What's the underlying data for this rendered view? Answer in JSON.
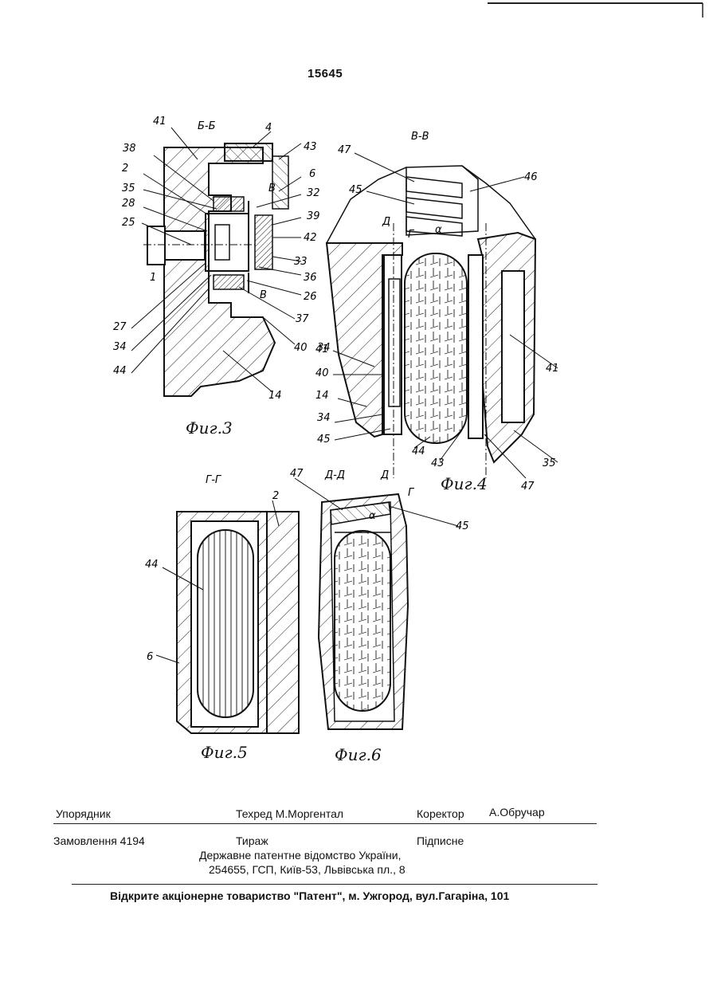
{
  "page_number": "15645",
  "figures": {
    "fig3": {
      "section": "Б-Б",
      "caption": "Фиг.3",
      "labels": [
        "41",
        "38",
        "2",
        "35",
        "28",
        "25",
        "1",
        "4",
        "43",
        "6",
        "32",
        "39",
        "42",
        "33",
        "36",
        "26",
        "37",
        "40",
        "14",
        "27",
        "34",
        "44",
        "В",
        "В"
      ]
    },
    "fig4": {
      "section": "В-В",
      "caption": "Фиг.4",
      "labels": [
        "47",
        "46",
        "45",
        "Д",
        "Г",
        "α",
        "41",
        "40",
        "34",
        "14",
        "34",
        "45",
        "44",
        "43",
        "47",
        "35"
      ],
      "cut_marks": [
        "Д",
        "Г"
      ]
    },
    "fig5": {
      "section": "Г-Г",
      "caption": "Фиг.5",
      "labels": [
        "2",
        "44",
        "6"
      ]
    },
    "fig6": {
      "section": "Д-Д",
      "caption": "Фиг.6",
      "labels": [
        "47",
        "45",
        "α"
      ]
    }
  },
  "footer": {
    "compiler": "Упорядник",
    "tech_editor": "Техред М.Моргентал",
    "corrector_label": "Коректор",
    "corrector_name": "А.Обручар",
    "order": "Замовлення 4194",
    "circulation": "Тираж",
    "subscription": "Підписне",
    "office_line1": "Державне патентне відомство України,",
    "office_line2": "254655, ГСП, Київ-53, Львівська пл., 8",
    "publisher": "Відкрите акціонерне товариство  \"Патент\", м. Ужгород, вул.Гагаріна, 101"
  }
}
